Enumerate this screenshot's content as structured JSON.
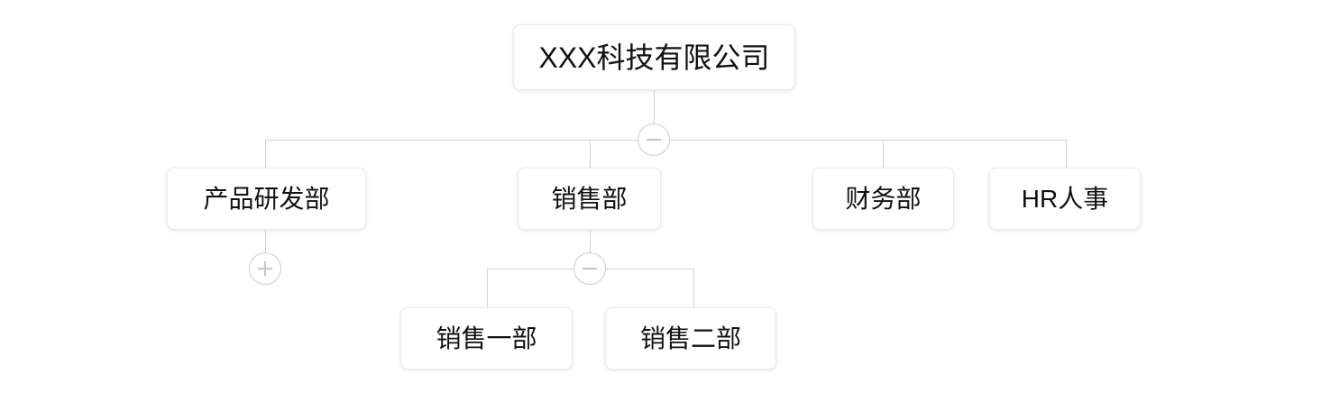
{
  "chart": {
    "type": "org-chart",
    "background_color": "#ffffff",
    "node_border_color": "#ececec",
    "connector_color": "#d2d2d2",
    "toggle_border_color": "#cccccc",
    "toggle_glyph_color": "#c4c4c4",
    "text_color": "#111111",
    "levels": 3,
    "total_nodes": 7
  },
  "root": {
    "label": "XXX科技有限公司",
    "level": 1
  },
  "level2": {
    "nodes": [
      {
        "label": "产品研发部",
        "level": 2,
        "has_children": true,
        "expanded": false
      },
      {
        "label": "销售部",
        "level": 2,
        "has_children": true,
        "expanded": true
      },
      {
        "label": "财务部",
        "level": 2,
        "has_children": false,
        "expanded": false
      },
      {
        "label": "HR人事",
        "level": 2,
        "has_children": false,
        "expanded": false
      }
    ]
  },
  "level3": {
    "nodes": [
      {
        "label": "销售一部",
        "level": 3,
        "parent": "销售部"
      },
      {
        "label": "销售二部",
        "level": 3,
        "parent": "销售部"
      }
    ]
  },
  "toggles": [
    {
      "id": "root-toggle",
      "state": "minus",
      "glyph": "minus-icon",
      "owner": "XXX科技有限公司",
      "action": "collapse"
    },
    {
      "id": "rd-toggle",
      "state": "plus",
      "glyph": "plus-icon",
      "owner": "产品研发部",
      "action": "expand"
    },
    {
      "id": "sales-toggle",
      "state": "minus",
      "glyph": "minus-icon",
      "owner": "销售部",
      "action": "collapse"
    }
  ]
}
